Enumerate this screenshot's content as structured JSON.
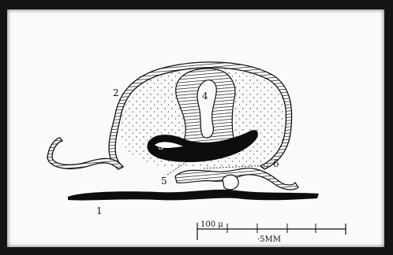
{
  "figure": {
    "labels": {
      "l1": "1",
      "l2": "2",
      "l3": "3",
      "l4": "4",
      "l5": "5",
      "l6": "6"
    },
    "scale_bar": {
      "upper": "100 μ",
      "lower": "·5MM"
    }
  }
}
